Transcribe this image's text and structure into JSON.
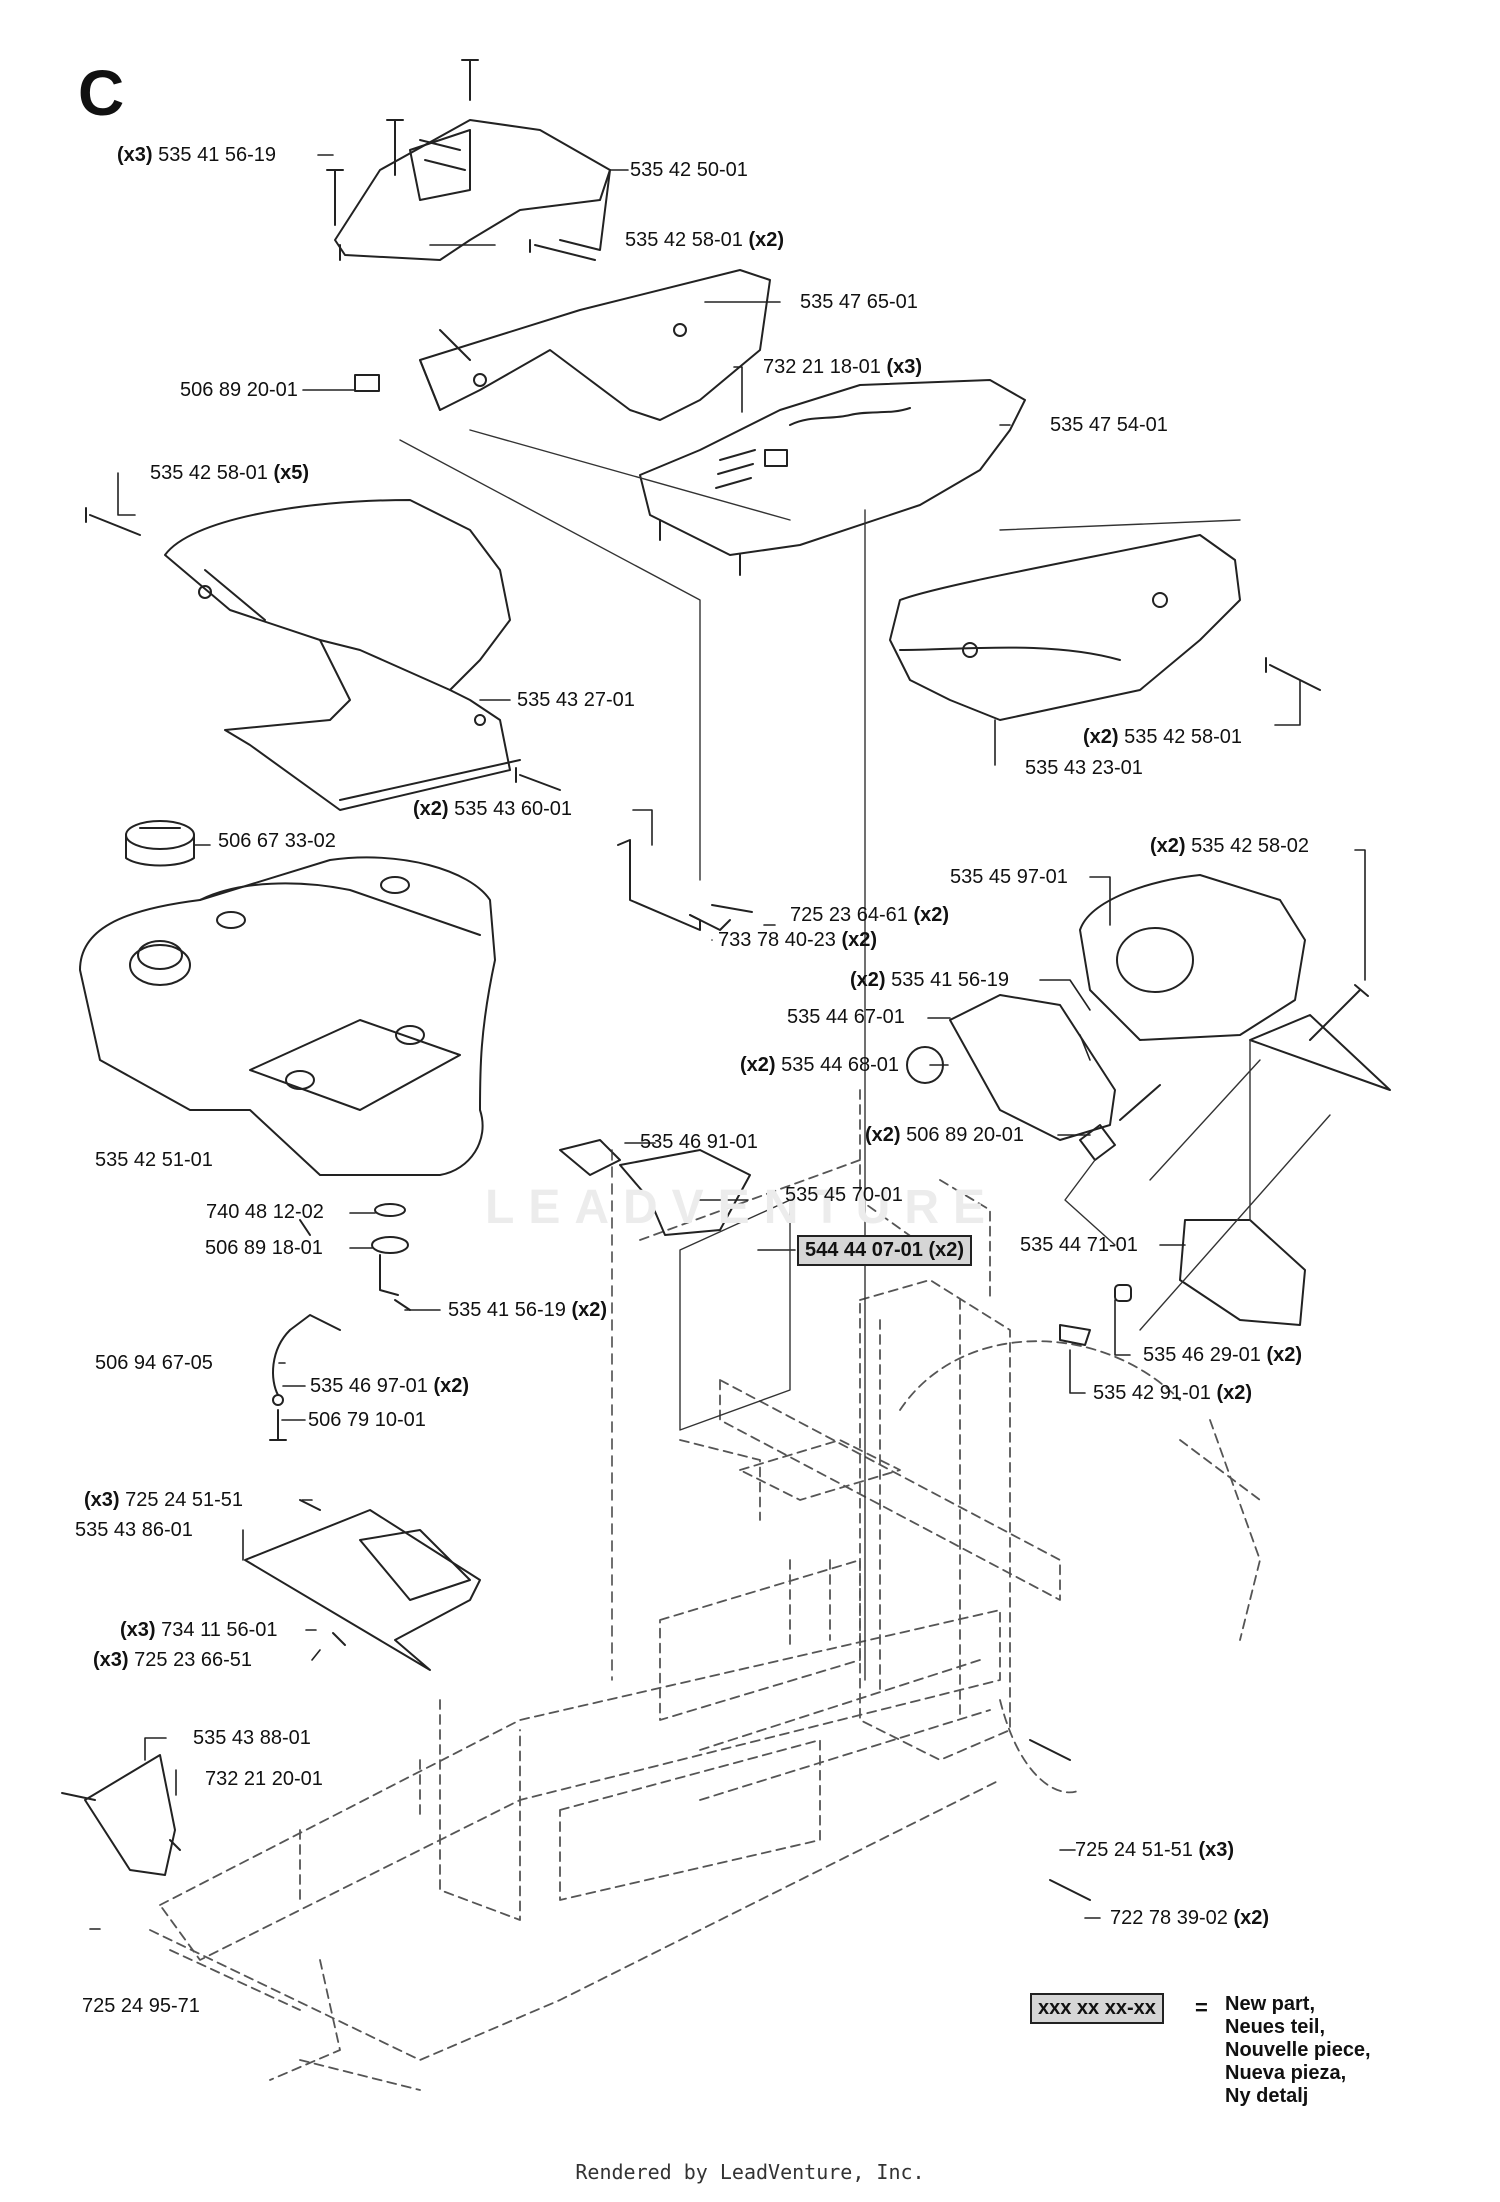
{
  "section_letter": "C",
  "watermark": "LEADVENTURE",
  "footer": "Rendered by LeadVenture, Inc.",
  "colors": {
    "line": "#222222",
    "new_part_fill": "#d6d6d6",
    "frame_dash": "#555555"
  },
  "callouts": {
    "c01": {
      "qty": "(x3)",
      "part": "535 41 56-19"
    },
    "c02": {
      "part": "535 42 50-01"
    },
    "c03": {
      "part": "535 42 58-01",
      "qty": "(x2)"
    },
    "c04": {
      "part": "535 47 65-01"
    },
    "c05": {
      "part": "506 89 20-01"
    },
    "c06": {
      "part": "732 21 18-01",
      "qty": "(x3)"
    },
    "c07": {
      "part": "535 47 54-01"
    },
    "c08": {
      "part": "535 42 58-01",
      "qty": "(x5)"
    },
    "c09": {
      "part": "535 43 27-01"
    },
    "c10": {
      "qty": "(x2)",
      "part": "535 42 58-01"
    },
    "c11": {
      "part": "535 43 23-01"
    },
    "c12": {
      "qty": "(x2)",
      "part": "535 43 60-01"
    },
    "c13": {
      "part": "506 67 33-02"
    },
    "c14": {
      "qty": "(x2)",
      "part": "535 42 58-02"
    },
    "c15": {
      "part": "535 45 97-01"
    },
    "c16": {
      "part": "725 23 64-61",
      "qty": "(x2)"
    },
    "c17": {
      "part": "733 78 40-23",
      "qty": "(x2)"
    },
    "c18": {
      "qty": "(x2)",
      "part": "535 41 56-19"
    },
    "c19": {
      "part": "535 44 67-01"
    },
    "c20": {
      "qty": "(x2)",
      "part": "535 44 68-01"
    },
    "c21": {
      "part": "535 42 51-01"
    },
    "c22": {
      "part": "535 46 91-01"
    },
    "c23": {
      "qty": "(x2)",
      "part": "506 89 20-01"
    },
    "c24": {
      "part": "740 48 12-02"
    },
    "c25": {
      "part": "535 45 70-01"
    },
    "c26": {
      "part": "506 89 18-01"
    },
    "c27": {
      "part": "544 44 07-01",
      "qty": "(x2)"
    },
    "c28": {
      "part": "535 44 71-01"
    },
    "c29": {
      "part": "535 41 56-19",
      "qty": "(x2)"
    },
    "c30": {
      "part": "535 46 29-01",
      "qty": "(x2)"
    },
    "c31": {
      "part": "506 94 67-05"
    },
    "c32": {
      "part": "535 42 91-01",
      "qty": "(x2)"
    },
    "c33": {
      "part": "535 46 97-01",
      "qty": "(x2)"
    },
    "c34": {
      "part": "506 79 10-01"
    },
    "c35": {
      "qty": "(x3)",
      "part": "725 24 51-51"
    },
    "c36": {
      "part": "535 43 86-01"
    },
    "c37": {
      "qty": "(x3)",
      "part": "734 11 56-01"
    },
    "c38": {
      "qty": "(x3)",
      "part": "725 23 66-51"
    },
    "c39": {
      "part": "535 43 88-01"
    },
    "c40": {
      "part": "732 21 20-01"
    },
    "c41": {
      "part": "725 24 51-51",
      "qty": "(x3)"
    },
    "c42": {
      "part": "722 78 39-02",
      "qty": "(x2)"
    },
    "c43": {
      "part": "725 24 95-71"
    }
  },
  "legend": {
    "key": "xxx xx xx-xx",
    "equals": "=",
    "lines": [
      "New part,",
      "Neues teil,",
      "Nouvelle piece,",
      "Nueva pieza,",
      "Ny detalj"
    ]
  }
}
